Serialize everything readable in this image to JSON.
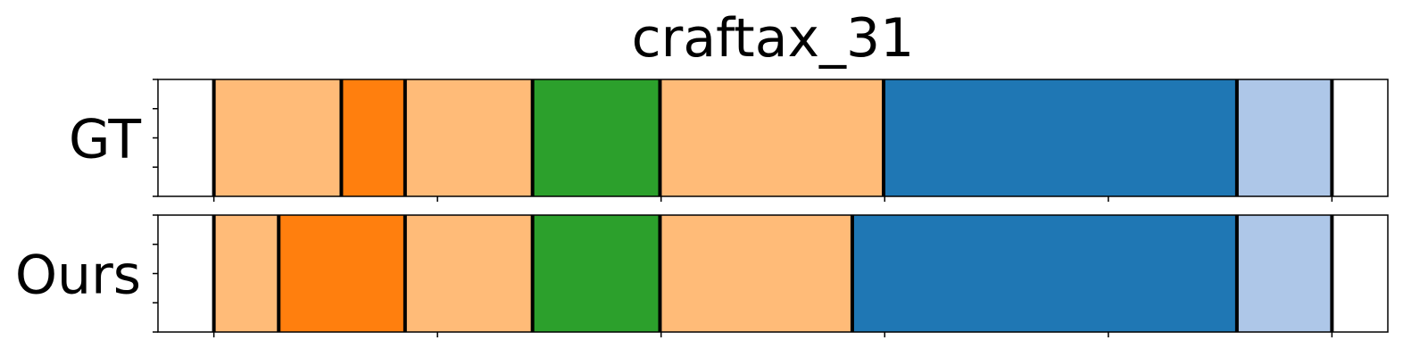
{
  "chart_data": {
    "type": "segmentation",
    "title": "craftax_31",
    "xlim": [
      0,
      110
    ],
    "x_ticks": [
      5,
      25,
      45,
      65,
      85,
      105
    ],
    "y_ticks_per_row": 5,
    "boundary_color": "#000000",
    "rows": [
      {
        "label": "GT",
        "segments": [
          {
            "start": 0,
            "end": 5,
            "color": "#ffffff"
          },
          {
            "start": 5,
            "end": 16.4,
            "color": "#ffbb78"
          },
          {
            "start": 16.4,
            "end": 22.1,
            "color": "#ff7f0e"
          },
          {
            "start": 22.1,
            "end": 33.5,
            "color": "#ffbb78"
          },
          {
            "start": 33.5,
            "end": 44.9,
            "color": "#2ca02c"
          },
          {
            "start": 44.9,
            "end": 64.9,
            "color": "#ffbb78"
          },
          {
            "start": 64.9,
            "end": 96.5,
            "color": "#1f77b4"
          },
          {
            "start": 96.5,
            "end": 105,
            "color": "#aec7e8"
          },
          {
            "start": 105,
            "end": 110,
            "color": "#ffffff"
          }
        ],
        "boundaries": [
          5,
          16.4,
          22.1,
          33.5,
          44.9,
          64.9,
          96.5,
          105
        ]
      },
      {
        "label": "Ours",
        "segments": [
          {
            "start": 0,
            "end": 5,
            "color": "#ffffff"
          },
          {
            "start": 5,
            "end": 10.8,
            "color": "#ffbb78"
          },
          {
            "start": 10.8,
            "end": 22.1,
            "color": "#ff7f0e"
          },
          {
            "start": 22.1,
            "end": 33.5,
            "color": "#ffbb78"
          },
          {
            "start": 33.5,
            "end": 44.9,
            "color": "#2ca02c"
          },
          {
            "start": 44.9,
            "end": 62.1,
            "color": "#ffbb78"
          },
          {
            "start": 62.1,
            "end": 96.5,
            "color": "#1f77b4"
          },
          {
            "start": 96.5,
            "end": 105,
            "color": "#aec7e8"
          },
          {
            "start": 105,
            "end": 110,
            "color": "#ffffff"
          }
        ],
        "boundaries": [
          5,
          10.8,
          22.1,
          33.5,
          44.9,
          62.1,
          96.5,
          105
        ]
      }
    ]
  }
}
